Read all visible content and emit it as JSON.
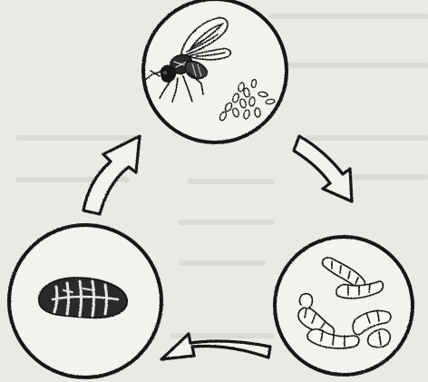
{
  "diagram": {
    "kind": "life-cycle",
    "stages": [
      {
        "name": "adult-fly-with-eggs",
        "icon": "fly-icon"
      },
      {
        "name": "larvae",
        "icon": "larva-icon"
      },
      {
        "name": "pupa",
        "icon": "pupa-icon"
      }
    ],
    "arrows": [
      {
        "from": "adult-fly-with-eggs",
        "to": "larvae"
      },
      {
        "from": "larvae",
        "to": "pupa"
      },
      {
        "from": "pupa",
        "to": "adult-fly-with-eggs"
      }
    ],
    "colors": {
      "ink": "#151515",
      "paper": "#e9e9e5",
      "fill": "#f2f2ee"
    }
  }
}
